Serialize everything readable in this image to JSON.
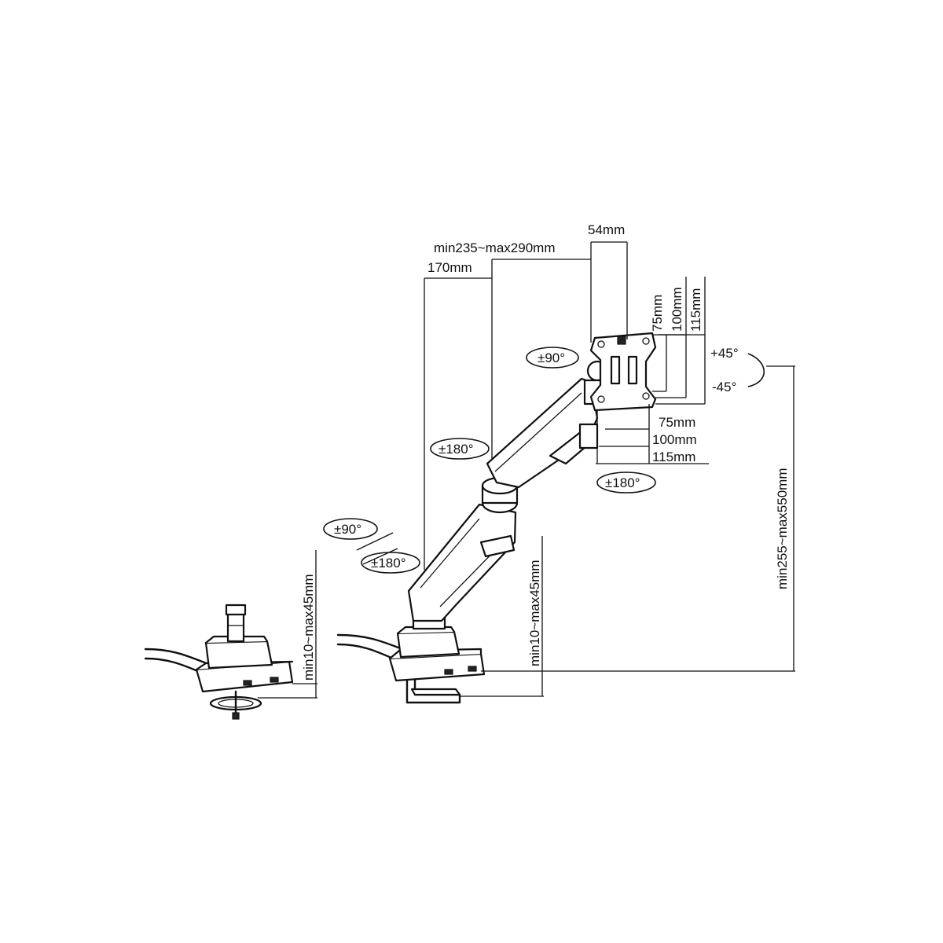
{
  "dimensions": {
    "arm_length": "min235~max290mm",
    "arm_segment": "170mm",
    "head_depth": "54mm",
    "vesa_v_75": "75mm",
    "vesa_v_100": "100mm",
    "vesa_v_115": "115mm",
    "vesa_h_75": "75mm",
    "vesa_h_100": "100mm",
    "vesa_h_115": "115mm",
    "height_range": "min255~max550mm",
    "clamp_thickness": "min10~max45mm",
    "grommet_thickness": "min10~max45mm"
  },
  "rotations": {
    "head_swivel": "±90°",
    "tilt_up": "+45°",
    "tilt_down": "-45°",
    "rotate_screen": "±180°",
    "elbow_swivel": "±180°",
    "base_tilt": "±90°",
    "base_swivel": "±180°"
  }
}
